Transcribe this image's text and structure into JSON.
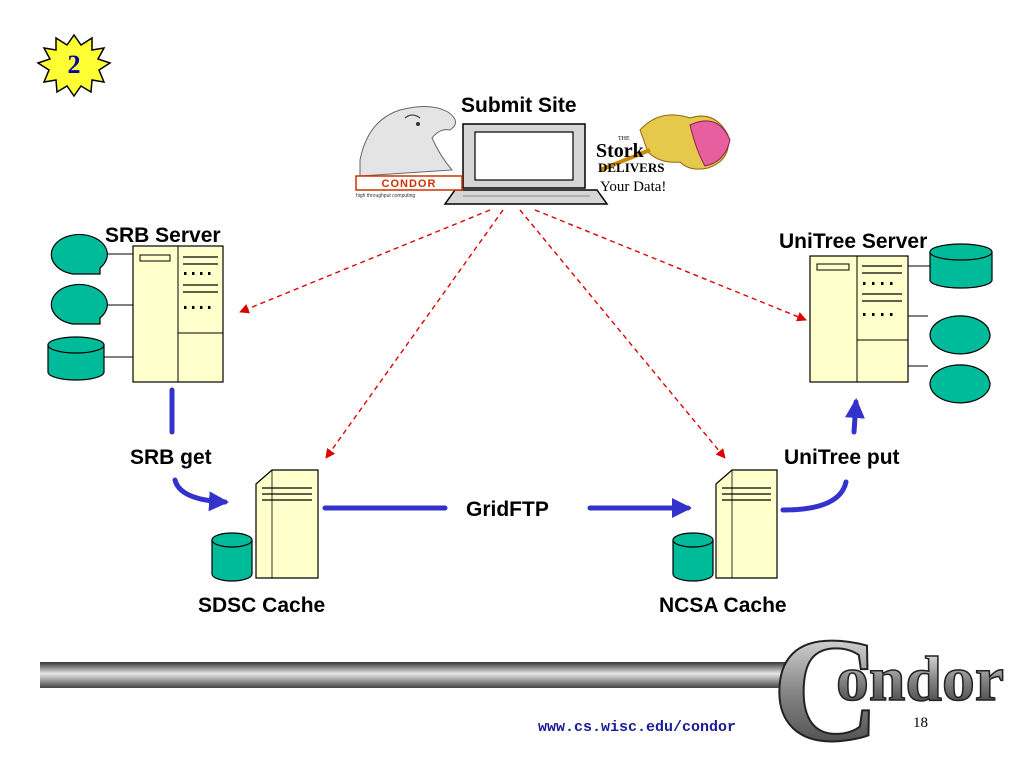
{
  "badge": {
    "number": "2"
  },
  "labels": {
    "submit_site": "Submit Site",
    "srb_server": "SRB Server",
    "unitree_server": "UniTree Server",
    "srb_get": "SRB get",
    "unitree_put": "UniTree put",
    "gridftp": "GridFTP",
    "sdsc_cache": "SDSC Cache",
    "ncsa_cache": "NCSA Cache"
  },
  "logos": {
    "condor_small": "CONDOR",
    "condor_tagline": "high throughput computing",
    "stork_the": "THE",
    "stork_name": "Stork",
    "stork_delivers": "DELIVERS",
    "stork_tagline": "Your Data!",
    "condor_big_c": "C",
    "condor_big_rest": "ondor"
  },
  "footer": {
    "url": "www.cs.wisc.edu/condor",
    "page_number": "18"
  },
  "colors": {
    "server_fill": "#ffffcc",
    "disk_fill": "#00bb99",
    "flow_line": "#3333cc",
    "control_line": "#dd0000",
    "badge_fill": "#ffff33",
    "url_text": "#1a1a9a"
  }
}
